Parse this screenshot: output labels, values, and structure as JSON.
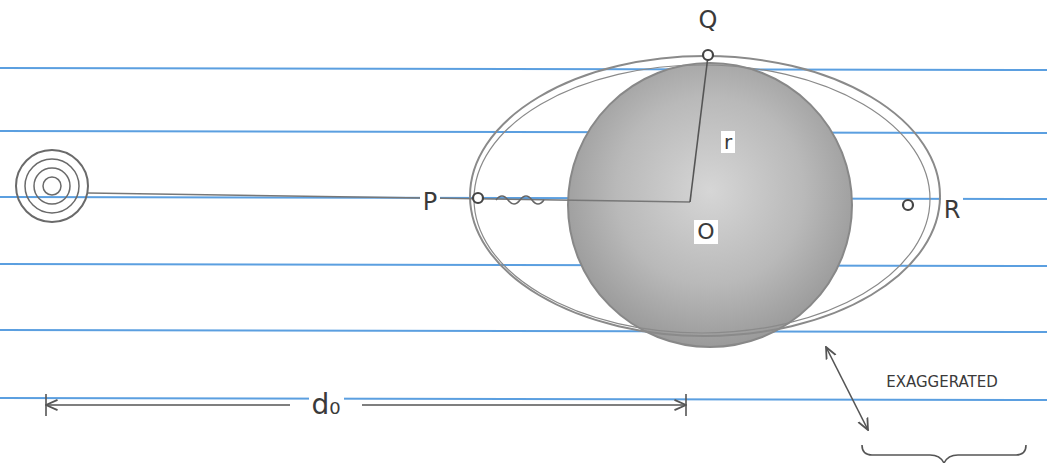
{
  "diagram": {
    "labels": [
      "Q",
      "P",
      "O",
      "R",
      "r",
      "d₀",
      "EXAGGERATED"
    ]
  }
}
